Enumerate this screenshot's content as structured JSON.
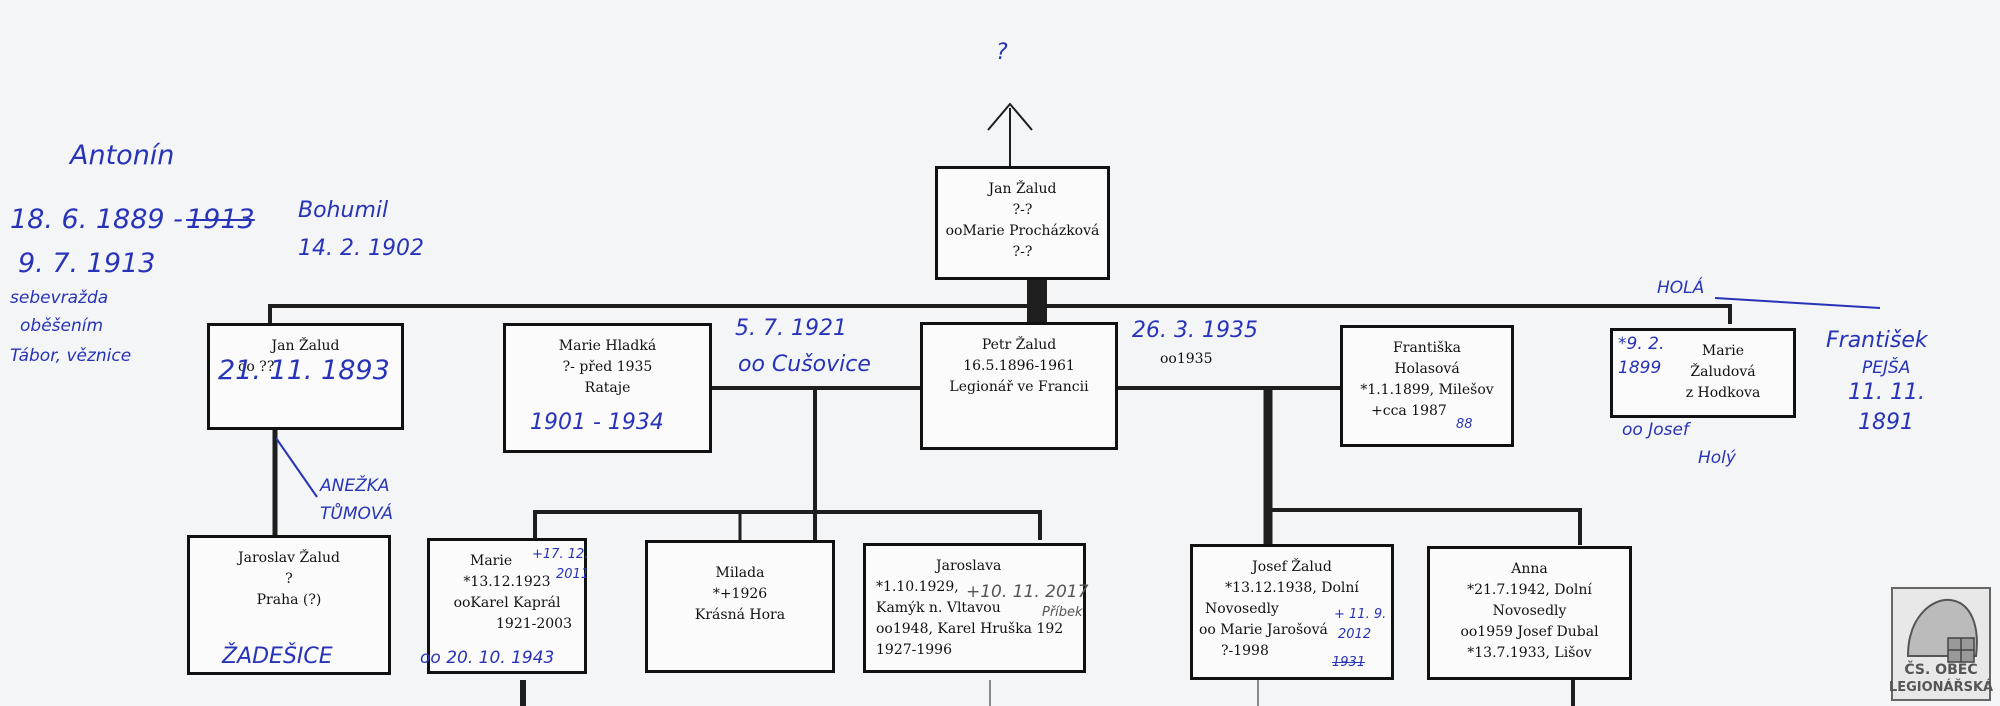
{
  "top_note": "?",
  "boxes": {
    "root": {
      "lines": [
        "Jan Žalud",
        "?-?",
        "ooMarie Procházková",
        "?-?"
      ]
    },
    "jan": {
      "lines": [
        "Jan Žalud",
        "",
        "oo ??"
      ]
    },
    "marie_h": {
      "lines": [
        "Marie Hladká",
        "?- před 1935",
        "Rataje"
      ]
    },
    "petr": {
      "lines": [
        "Petr Žalud",
        "16.5.1896-1961",
        "Legionář ve Francii"
      ]
    },
    "frantiska": {
      "lines": [
        "Františka",
        "Holasová",
        "*1.1.1899, Milešov",
        "+cca 1987"
      ]
    },
    "marie_z": {
      "lines": [
        "Marie",
        "Žaludová",
        "z Hodkova"
      ]
    },
    "jaroslav": {
      "lines": [
        "Jaroslav Žalud",
        "?",
        "Praha (?)"
      ]
    },
    "marie_c": {
      "lines": [
        "Marie",
        "*13.12.1923",
        "ooKarel Kaprál",
        "1921-2003"
      ]
    },
    "milada": {
      "lines": [
        "Milada",
        "*+1926",
        "Krásná Hora"
      ]
    },
    "jaroslava": {
      "lines": [
        "Jaroslava",
        "*1.10.1929,",
        "Kamýk n. Vltavou",
        "oo1948, Karel Hruška 192",
        "1927-1996"
      ]
    },
    "josef": {
      "lines": [
        "Josef Žalud",
        "*13.12.1938, Dolní",
        "Novosedly",
        "oo Marie Jarošová",
        "?-1998"
      ]
    },
    "anna": {
      "lines": [
        "Anna",
        "*21.7.1942, Dolní",
        "Novosedly",
        "oo1959 Josef Dubal",
        "*13.7.1933, Lišov"
      ]
    }
  },
  "marriage_text": "oo1935",
  "handwriting": {
    "antonin": "Antonín",
    "antonin_birth": "18. 6. 1889 -",
    "antonin_struck": "1913",
    "antonin_death": "9. 7. 1913",
    "antonin_note1": "sebevražda",
    "antonin_note2": "oběšením",
    "antonin_note3": "Tábor, věznice",
    "bohumil": "Bohumil",
    "bohumil_date": "14. 2. 1902",
    "jan_date": "21. 11. 1893",
    "aneska1": "ANEŽKA",
    "aneska2": "TŮMOVÁ",
    "marie_h_years": "1901 - 1934",
    "marriage1": "5. 7. 1921",
    "marriage1_place": "oo Cušovice",
    "marriage2": "26. 3. 1935",
    "frantiska_age": "88",
    "hola": "HOLÁ",
    "marie_z_birth": "*9. 2.",
    "marie_z_year": "1899",
    "marie_z_spouse1": "oo Josef",
    "marie_z_spouse2": "Holý",
    "frantisek1": "František",
    "frantisek2": "PEJŠA",
    "frantisek3": "11. 11.",
    "frantisek4": "1891",
    "jaroslav_place": "ŽADEŠICE",
    "marie_c_death1": "+17. 12.",
    "marie_c_death2": "2011",
    "marie_c_marriage": "oo 20. 10. 1943",
    "jaroslava_death": "+10. 11. 2017",
    "jaroslava_place": "Příbek",
    "josef_death1": "+ 11. 9.",
    "josef_death2": "2012",
    "josef_extra": "1931"
  },
  "logo": {
    "line1": "ČS. OBEC",
    "line2": "LEGIONÁŘSKÁ"
  }
}
